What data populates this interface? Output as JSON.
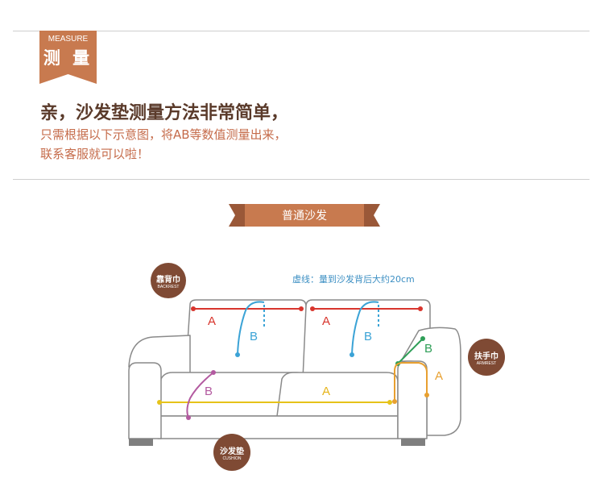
{
  "header": {
    "tag_en": "MEASURE",
    "tag_cn": "测 量",
    "headline": "亲，沙发垫测量方法非常简单，",
    "sub_line1": "只需根据以下示意图，将AB等数值测量出来，",
    "sub_line2": "联系客服就可以啦！"
  },
  "section": {
    "title": "普通沙发"
  },
  "diagram": {
    "note": "虚线：量到沙发背后大约20cm",
    "badges": {
      "backrest": {
        "cn": "靠背巾",
        "en": "BACKREST"
      },
      "armrest": {
        "cn": "扶手巾",
        "en": "ARMREST"
      },
      "cushion": {
        "cn": "沙发垫",
        "en": "CUSHION"
      }
    },
    "labels": {
      "back_left_a": "A",
      "back_right_a": "A",
      "back_left_b": "B",
      "back_right_b": "B",
      "arm_b": "B",
      "arm_a": "A",
      "cushion_a": "A",
      "cushion_b": "B"
    }
  },
  "colors": {
    "brown": "#c87a4f",
    "dark_brown": "#7f4a34",
    "red": "#d8352d",
    "blue": "#3ba3d6",
    "green": "#2e9e57",
    "orange": "#e8a030",
    "yellow": "#e6c31a",
    "purple": "#b35aa0"
  }
}
